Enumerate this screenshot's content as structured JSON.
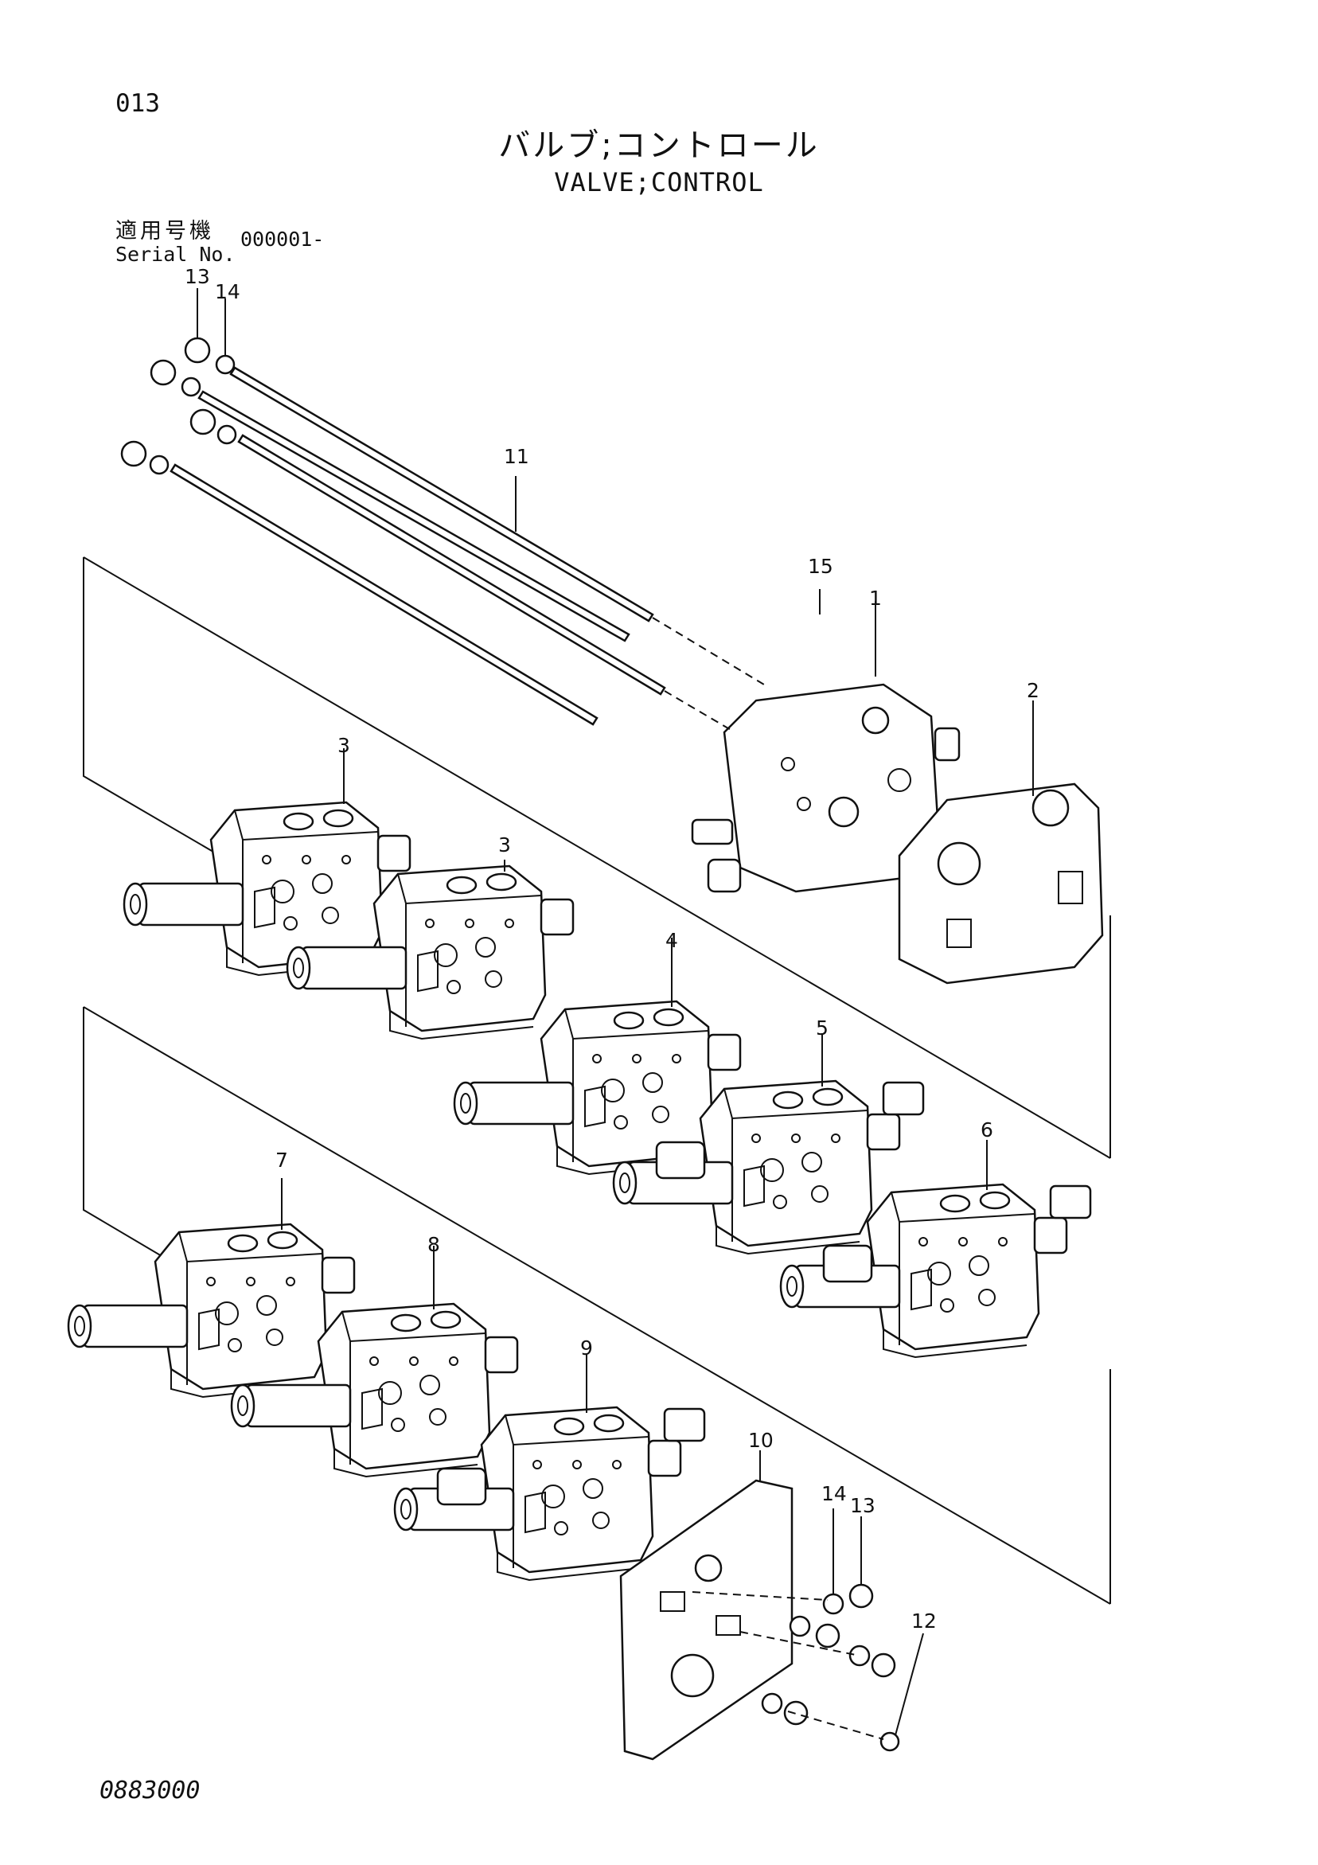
{
  "page_number": "013",
  "title_jp": "バルブ;コントロール",
  "title_en": "VALVE;CONTROL",
  "serial_label_jp": "適用号機",
  "serial_label_en": "Serial No.",
  "serial_value": "000001-",
  "drawing_number": "0883000",
  "callouts": [
    "13",
    "14",
    "11",
    "15",
    "1",
    "2",
    "3",
    "3",
    "4",
    "5",
    "6",
    "7",
    "8",
    "9",
    "10",
    "14",
    "13",
    "12"
  ],
  "colors": {
    "ink": "#111111",
    "paper": "#ffffff"
  }
}
